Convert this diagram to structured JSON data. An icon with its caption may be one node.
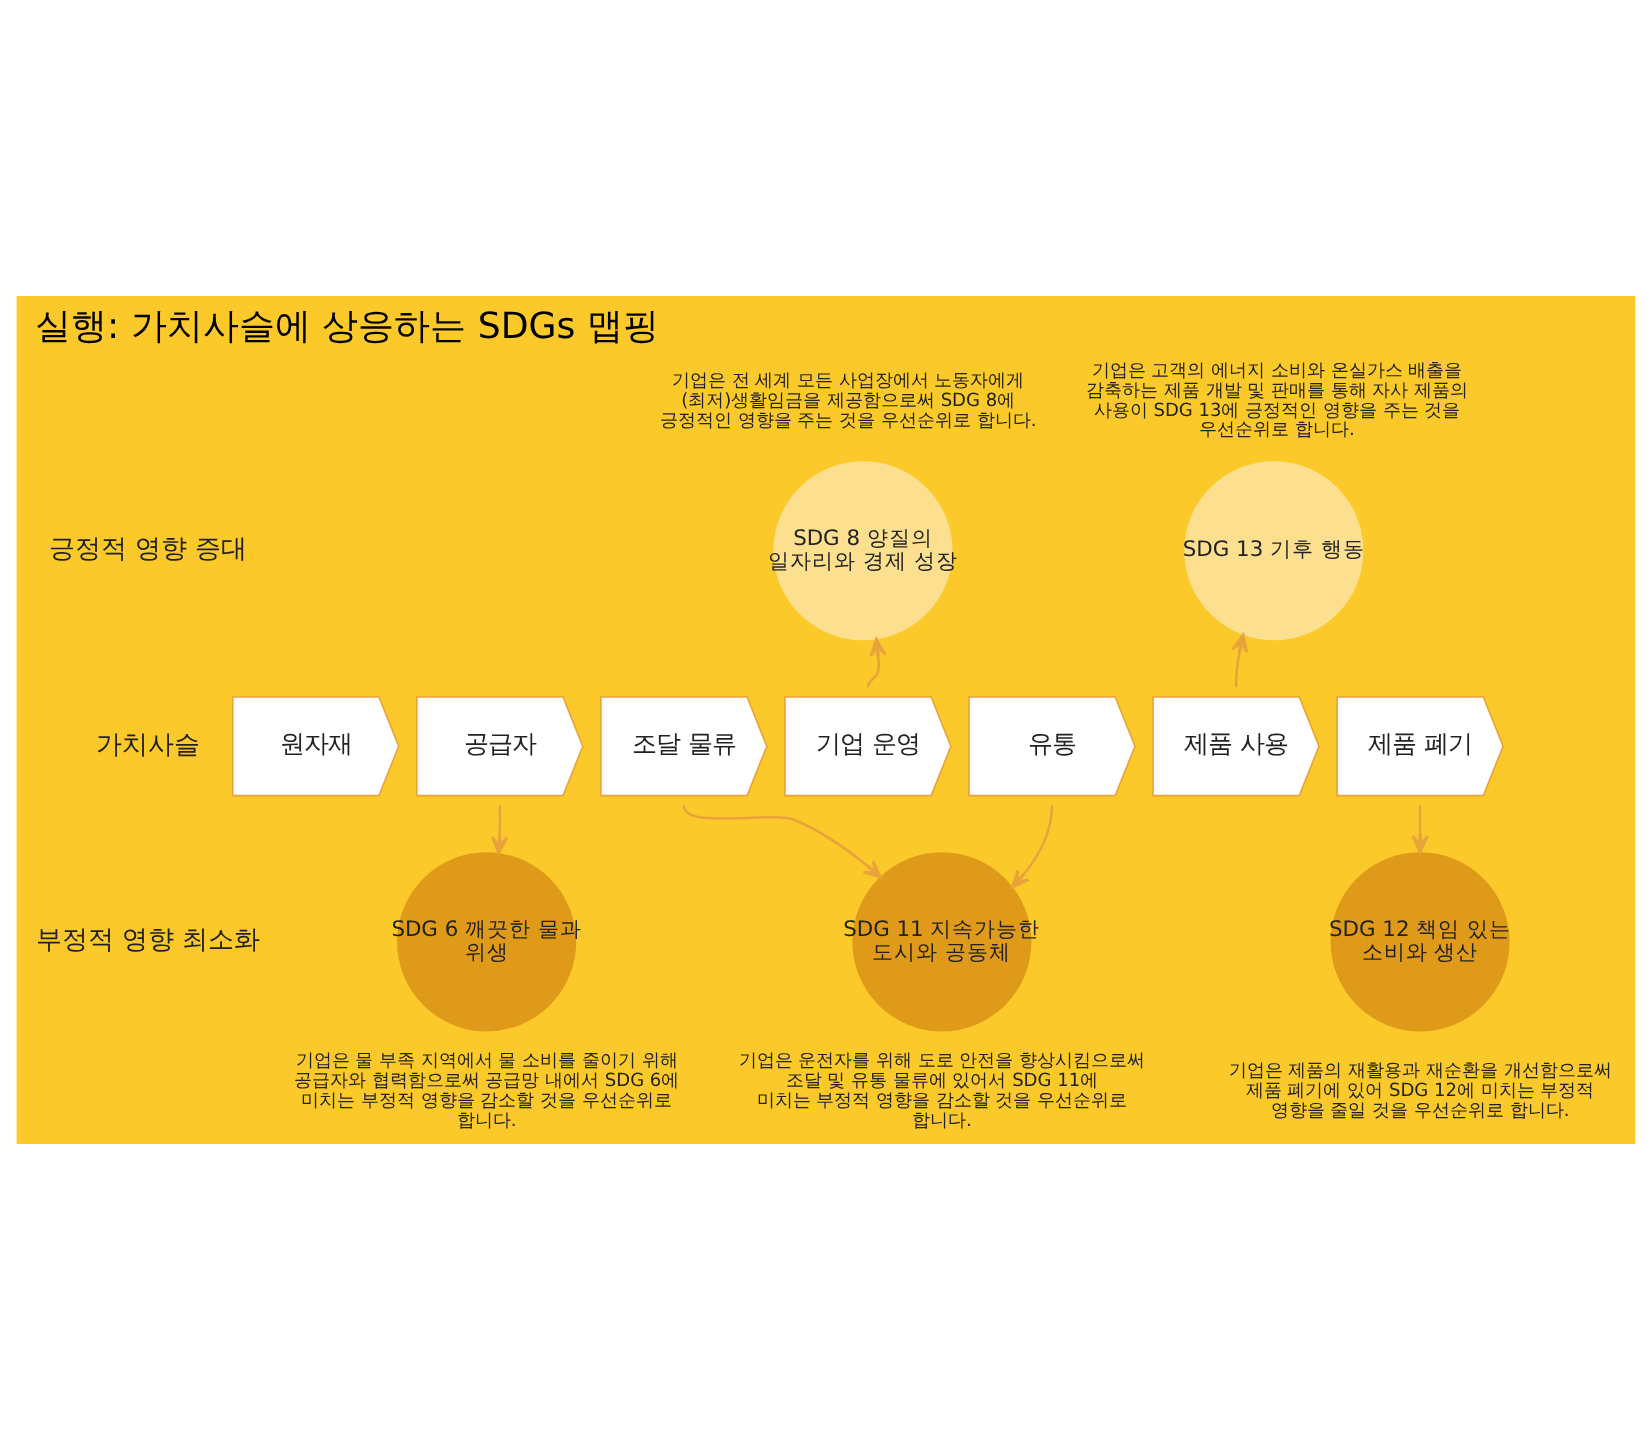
{
  "diagram": {
    "title": "실행: 가치사슬에 상응하는 SDGs 맵핑",
    "nodes": [
      {
        "text": [
          "SDG 8 양질의 일자리와 경제 성장"
        ],
        "beside": [
          "기업은 전 세계 모든 사업장에서 노동자에게 (최저)생활임금을 제공함으로써 SDG 8에 긍정적인 영향을 주는 것을 우선순위로 합니다."
        ]
      },
      {
        "text": [
          "SDG 13 기후 행동"
        ],
        "beside": [
          "기업은 고객의 에너지 소비와 온실가스 배출을 감축하는 제품 개발 및 판매를 통해 자사 제품의 사용이 SDG 13에 긍정적인 영향을 주는 것을 우선순위로 합니다."
        ]
      },
      {
        "text": [
          "원자재"
        ]
      },
      {
        "text": [
          "공급자"
        ]
      },
      {
        "text": [
          "조달 물류"
        ]
      },
      {
        "text": [
          "기업 운영"
        ]
      },
      {
        "text": [
          "유통"
        ]
      },
      {
        "text": [
          "제품 사용"
        ]
      },
      {
        "text": [
          "제품 폐기"
        ]
      },
      {
        "text": [
          "SDG 6 깨끗한 물과 위생"
        ],
        "beside": [
          "기업은 물 부족 지역에서 물 소비를 줄이기 위해 공급자와 협력함으로써 공급망 내에서 SDG 6에 미치는 부정적 영향을 감소할 것을 우선순위로 합니다."
        ]
      },
      {
        "text": [
          "SDG 11 지속가능한 도시와 공동체"
        ],
        "beside": [
          "기업은 운전자를 위해 도로 안전을 향상시킴으로써 조달 및 유통 물류에 있어서 SDG 11에 미치는 부정적 영향을 감소할 것을 우선순위로 합니다."
        ]
      },
      {
        "text": [
          "SDG 12 책임 있는 소비와 생산"
        ],
        "beside": [
          "기업은 제품의 재활용과 재순환을 개선함으로써 제품 폐기에 있어 SDG 12에 미치는 부정적 영향을 줄일 것을 우선순위로 합니다."
        ]
      }
    ],
    "edges": [
      {
        "from": 5,
        "to": 0,
        "arrow": "to"
      },
      {
        "from": 7,
        "to": 1,
        "arrow": "to"
      },
      {
        "from": 3,
        "to": 9,
        "arrow": "to"
      },
      {
        "from": 4,
        "to": 10,
        "arrow": "to"
      },
      {
        "from": 6,
        "to": 10,
        "arrow": "to"
      },
      {
        "from": 8,
        "to": 11,
        "arrow": "to"
      }
    ],
    "labels": [
      "긍정적 영향 증대",
      "가치사슬",
      "부정적 영향 최소화"
    ]
  }
}
